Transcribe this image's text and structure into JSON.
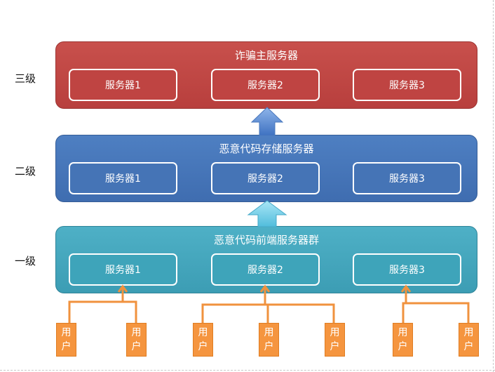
{
  "levels": {
    "third": "三级",
    "second": "二级",
    "first": "一级"
  },
  "tiers": {
    "third": {
      "title": "诈骗主服务器",
      "servers": [
        "服务器1",
        "服务器2",
        "服务器3"
      ],
      "color": "#c0504d"
    },
    "second": {
      "title": "恶意代码存储服务器",
      "servers": [
        "服务器1",
        "服务器2",
        "服务器3"
      ],
      "color": "#4f81bd"
    },
    "first": {
      "title": "恶意代码前端服务器群",
      "servers": [
        "服务器1",
        "服务器2",
        "服务器3"
      ],
      "color": "#4bacc6"
    }
  },
  "users": [
    {
      "line1": "用",
      "line2": "户"
    },
    {
      "line1": "用",
      "line2": "户"
    },
    {
      "line1": "用",
      "line2": "户"
    },
    {
      "line1": "用",
      "line2": "户"
    },
    {
      "line1": "用",
      "line2": "户"
    },
    {
      "line1": "用",
      "line2": "户"
    },
    {
      "line1": "用",
      "line2": "户"
    }
  ],
  "colors": {
    "user_fill": "#f79646",
    "connector": "#f0923e",
    "arrow_upper": "#5b8fd6",
    "arrow_lower": "#7fd3ec"
  }
}
